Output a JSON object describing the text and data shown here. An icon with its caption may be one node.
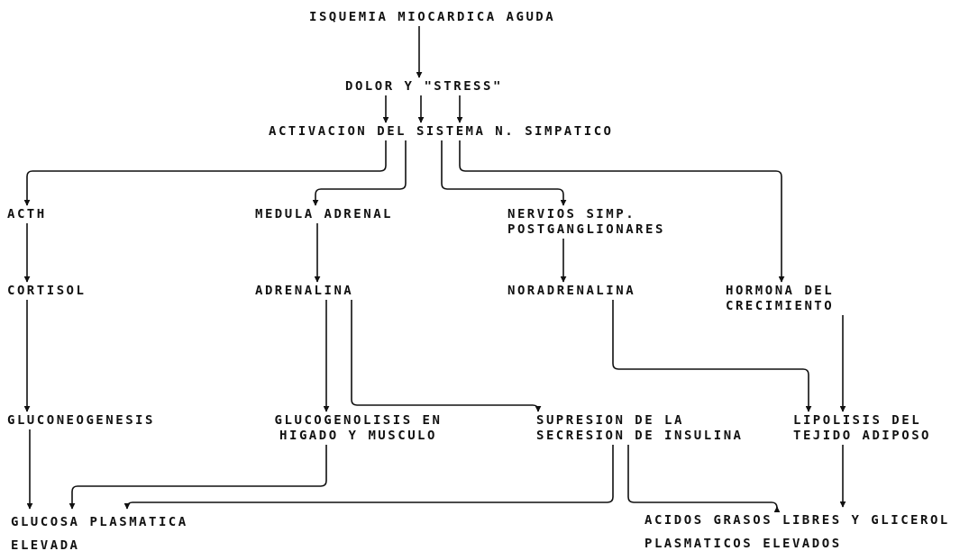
{
  "diagram": {
    "nodes": [
      {
        "text": [
          "ISQUEMIA MIOCARDICA AGUDA"
        ]
      },
      {
        "text": [
          "DOLOR Y \"STRESS\""
        ]
      },
      {
        "text": [
          "ACTIVACION DEL SISTEMA N. SIMPATICO"
        ]
      },
      {
        "text": [
          "ACTH"
        ]
      },
      {
        "text": [
          "MEDULA ADRENAL"
        ]
      },
      {
        "text": [
          "NERVIOS SIMP. POSTGANGLIONARES"
        ]
      },
      {
        "text": [
          "CORTISOL"
        ]
      },
      {
        "text": [
          "ADRENALINA"
        ]
      },
      {
        "text": [
          "NORADRENALINA"
        ]
      },
      {
        "text": [
          "HORMONA DEL CRECIMIENTO"
        ]
      },
      {
        "text": [
          "GLUCONEOGENESIS"
        ]
      },
      {
        "text": [
          "GLUCOGENOLISIS EN HIGADO Y MUSCULO"
        ]
      },
      {
        "text": [
          "SUPRESION DE LA SECRESION DE INSULINA"
        ]
      },
      {
        "text": [
          "LIPOLISIS DEL TEJIDO ADIPOSO"
        ]
      },
      {
        "text": [
          "GLUCOSA PLASMATICA ELEVADA"
        ]
      },
      {
        "text": [
          "ACIDOS GRASOS LIBRES Y GLICEROL PLASMATICOS ELEVADOS"
        ]
      }
    ],
    "edges": [
      {
        "from": 0,
        "to": 1,
        "arrow": "to"
      },
      {
        "from": 1,
        "to": 2,
        "arrow": "to"
      },
      {
        "from": 1,
        "to": 2,
        "arrow": "to"
      },
      {
        "from": 1,
        "to": 2,
        "arrow": "to"
      },
      {
        "from": 2,
        "to": 3,
        "arrow": "to"
      },
      {
        "from": 2,
        "to": 4,
        "arrow": "to"
      },
      {
        "from": 2,
        "to": 5,
        "arrow": "to"
      },
      {
        "from": 2,
        "to": 9,
        "arrow": "to"
      },
      {
        "from": 3,
        "to": 6,
        "arrow": "to"
      },
      {
        "from": 4,
        "to": 7,
        "arrow": "to"
      },
      {
        "from": 5,
        "to": 8,
        "arrow": "to"
      },
      {
        "from": 6,
        "to": 10,
        "arrow": "to"
      },
      {
        "from": 7,
        "to": 11,
        "arrow": "to"
      },
      {
        "from": 7,
        "to": 12,
        "arrow": "to"
      },
      {
        "from": 8,
        "to": 13,
        "arrow": "to"
      },
      {
        "from": 9,
        "to": 13,
        "arrow": "to"
      },
      {
        "from": 10,
        "to": 14,
        "arrow": "to"
      },
      {
        "from": 11,
        "to": 14,
        "arrow": "to"
      },
      {
        "from": 12,
        "to": 14,
        "arrow": "to"
      },
      {
        "from": 12,
        "to": 15,
        "arrow": "to"
      },
      {
        "from": 13,
        "to": 15,
        "arrow": "to"
      }
    ]
  }
}
